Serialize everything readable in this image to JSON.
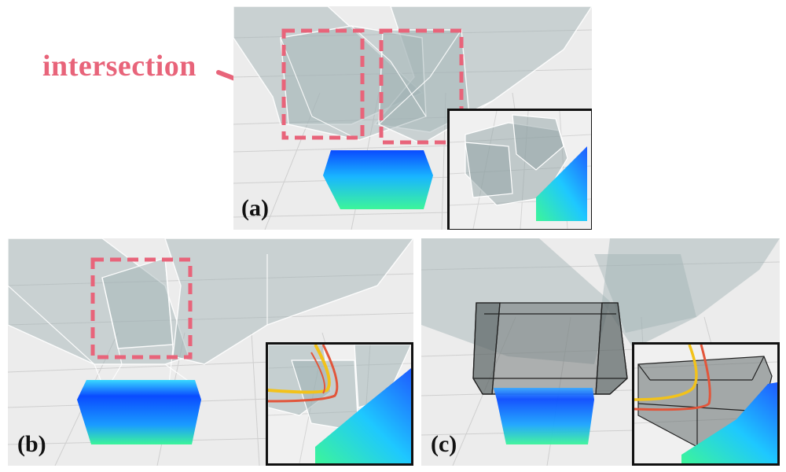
{
  "annotation": {
    "text": "intersection",
    "color": "#e8647a"
  },
  "panels": [
    {
      "label": "(a)"
    },
    {
      "label": "(b)"
    },
    {
      "label": "(c)"
    }
  ],
  "colors": {
    "highlight": "#e8647a",
    "inset_border": "#111111",
    "block_top": "#0a55ff",
    "block_bottom": "#36f0a0",
    "trajectory_yellow": "#f2c21a",
    "trajectory_red": "#e2553a"
  }
}
